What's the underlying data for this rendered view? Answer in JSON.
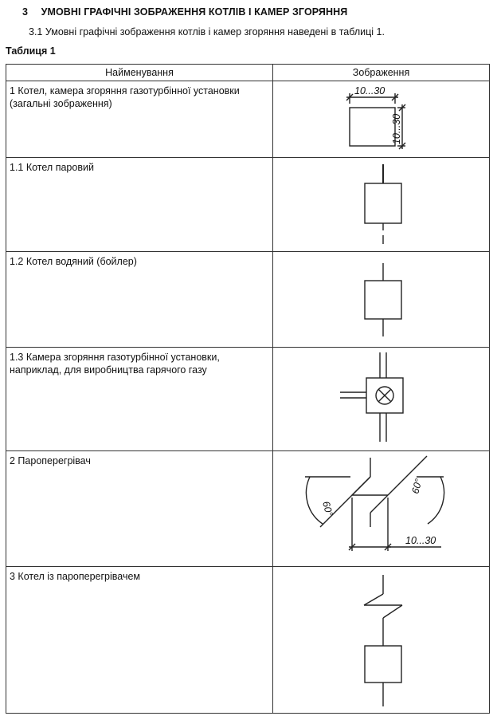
{
  "section": {
    "number": "3",
    "title": "УМОВНІ ГРАФІЧНІ ЗОБРАЖЕННЯ КОТЛІВ І КАМЕР ЗГОРЯННЯ",
    "intro": "3.1 Умовні графічні зображення котлів і камер згоряння наведені в таблиці 1."
  },
  "table": {
    "caption": "Таблиця 1",
    "headers": [
      "Найменування",
      "Зображення"
    ],
    "rows": [
      {
        "name_lines": [
          "1 Котел, камера згоряння газотурбінної установки",
          "(загальні зображення)"
        ],
        "labels": {
          "width": "10...30",
          "height": "10...30"
        }
      },
      {
        "name_lines": [
          "1.1 Котел паровий"
        ]
      },
      {
        "name_lines": [
          "1.2 Котел водяний (бойлер)"
        ]
      },
      {
        "name_lines": [
          "1.3 Камера згоряння газотурбінної установки,",
          "наприклад, для виробництва гарячого газу"
        ]
      },
      {
        "name_lines": [
          "2 Пароперегрівач"
        ],
        "labels": {
          "angle_left": "60°",
          "angle_right": "60°",
          "dimension": "10...30"
        }
      },
      {
        "name_lines": [
          "3 Котел із пароперегрівачем"
        ]
      }
    ]
  }
}
